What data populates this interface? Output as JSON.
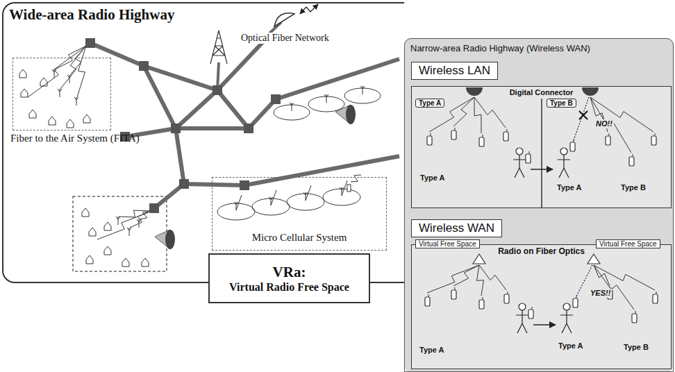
{
  "diagram": {
    "nodes": [
      {
        "text": [
          "Wide-area Radio Highway"
        ]
      },
      {
        "text": [
          "Fiber to the Air System (FITA)"
        ],
        "in": 0
      },
      {
        "text": [
          "Micro Cellular System"
        ],
        "in": 0
      },
      {
        "text": [
          "VRa:",
          "Virtual Radio Free Space"
        ],
        "in": 0
      },
      {
        "text": [
          "Narrow-area Radio Highway (Wireless WAN)"
        ]
      },
      {
        "text": [
          "Wireless LAN"
        ],
        "in": 4
      },
      {
        "text": [
          "Digital Connector"
        ],
        "in": 4
      },
      {
        "text": [
          "Type A"
        ],
        "in": 6
      },
      {
        "text": [
          "Type B"
        ],
        "in": 6
      },
      {
        "text": [
          "Wireless WAN"
        ],
        "in": 4
      },
      {
        "text": [
          "Radio on Fiber Optics"
        ],
        "in": 4
      },
      {
        "text": [
          "Virtual Free Space"
        ],
        "in": 10
      },
      {
        "text": [
          "Virtual Free Space"
        ],
        "in": 10
      }
    ],
    "labels": [
      "Optical Fiber Network",
      "Type A",
      "NO!!",
      "Type A",
      "Type B",
      "Type A",
      "YES!!",
      "Type A",
      "Type B"
    ]
  }
}
